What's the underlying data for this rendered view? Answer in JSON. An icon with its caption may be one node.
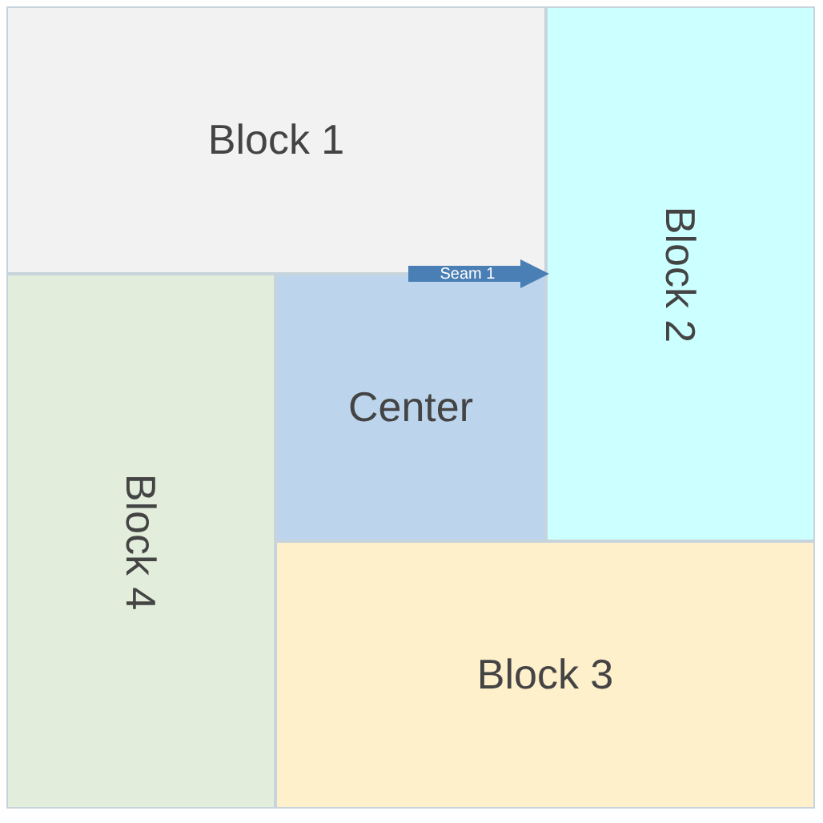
{
  "diagram": {
    "nodes": [
      {
        "text": [
          "Block 1"
        ]
      },
      {
        "text": [
          "Block 2"
        ]
      },
      {
        "text": [
          "Center"
        ]
      },
      {
        "text": [
          "Block 4"
        ]
      },
      {
        "text": [
          "Block 3"
        ]
      },
      {
        "text": [
          "Seam 1"
        ]
      }
    ]
  }
}
